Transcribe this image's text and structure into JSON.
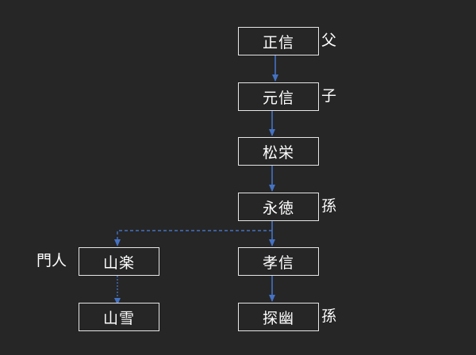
{
  "nodes": {
    "masanobu": "正信",
    "motonobu": "元信",
    "shoei": "松栄",
    "eitoku": "永徳",
    "takanobu": "孝信",
    "tanyu": "探幽",
    "sanraku": "山楽",
    "sansetsu": "山雪"
  },
  "labels": {
    "father": "父",
    "son": "子",
    "grandson_eitoku": "孫",
    "grandson_tanyu": "孫",
    "disciple": "門人"
  },
  "colors": {
    "background": "#262626",
    "node_border": "#e6e6e6",
    "arrow": "#4472c4",
    "text": "#ffffff"
  }
}
